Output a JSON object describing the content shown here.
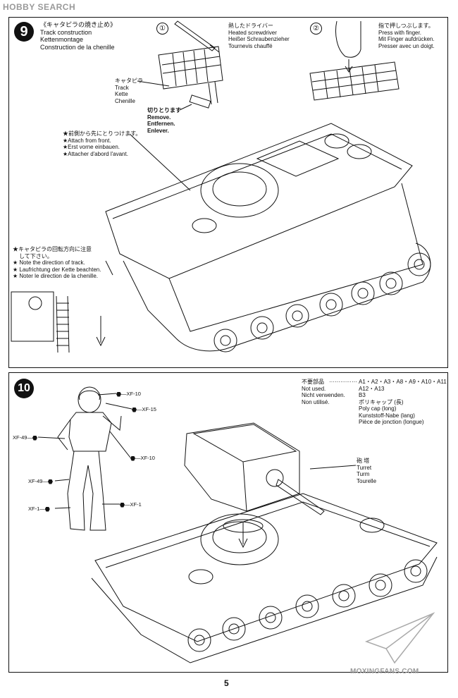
{
  "header": {
    "logo": "HOBBY SEARCH"
  },
  "step9": {
    "number": "9",
    "title_jp": "《キャタピラの焼き止め》",
    "title_en": "Track construction",
    "title_de": "Kettenmontage",
    "title_fr": "Construction de la chenille",
    "s1": "①",
    "s1_jp": "熱したドライバー",
    "s1_en": "Heated screwdriver",
    "s1_de": "Heißer Schraubenzieher",
    "s1_fr": "Tournevis chauffé",
    "s2": "②",
    "s2_jp": "指で押しつぶします。",
    "s2_en": "Press with finger.",
    "s2_de": "Mit Finger aufdrücken.",
    "s2_fr": "Presser avec un doigt.",
    "track_jp": "キャタピラ",
    "track_en": "Track",
    "track_de": "Kette",
    "track_fr": "Chenille",
    "remove_jp": "切りとります",
    "remove_en": "Remove.",
    "remove_de": "Entfernen.",
    "remove_fr": "Enlever.",
    "attach_jp": "★前側から先にとりつけます。",
    "attach_en": "★Attach from front.",
    "attach_de": "★Erst vorne einbauen.",
    "attach_fr": "★Attacher d'abord l'avant.",
    "dir_jp1": "★キャタピラの回転方向に注意",
    "dir_jp2": "して下さい。",
    "dir_en": "★ Note the direction of track.",
    "dir_de": "★ Laufrichtung der Kette beachten.",
    "dir_fr": "★ Noter le direction de la chenille."
  },
  "step10": {
    "number": "10",
    "paints": [
      "XF-10",
      "XF-15",
      "XF-49",
      "XF-10",
      "XF-49",
      "XF-1",
      "XF-1"
    ],
    "notused_jp": "不要部品",
    "notused_en": "Not used.",
    "notused_de": "Nicht verwenden.",
    "notused_fr": "Non utilisé.",
    "parts1": "A1・A2・A3・A8・A9・A10・A11",
    "parts2": "A12・A13",
    "parts3": "B3",
    "polycap_jp": "ポリキャップ (長)",
    "polycap_en": "Poly cap (long)",
    "polycap_de": "Kunststoff-Nabe (lang)",
    "polycap_fr": "Pièce de jonction (longue)",
    "turret_jp": "砲 塔",
    "turret_en": "Turret",
    "turret_de": "Turm",
    "turret_fr": "Tourelle"
  },
  "footer": {
    "page": "5",
    "watermark": "MOXINGFANS.COM"
  }
}
